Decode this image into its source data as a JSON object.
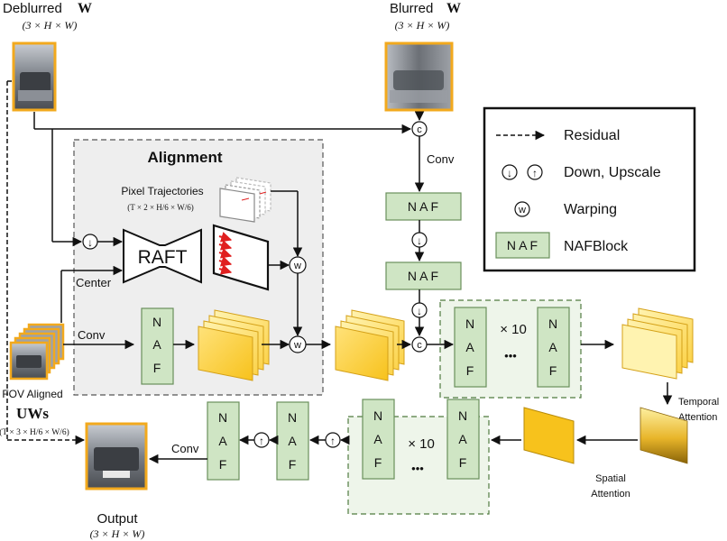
{
  "inputs": {
    "deblurred_title": "Deblurred",
    "deblurred_var": "W",
    "deblurred_dims": "(3 × H × W)",
    "blurred_title": "Blurred",
    "blurred_var": "W",
    "blurred_dims": "(3 × H × W)",
    "fov_title": "FOV Aligned",
    "fov_var": "UWs",
    "fov_dims": "(T × 3 × H/6 × W/6)"
  },
  "alignment": {
    "title": "Alignment",
    "raft_label": "RAFT",
    "traj_title": "Pixel Trajectories",
    "traj_dims": "(T × 2 × H/6 × W/6)",
    "center_label": "Center",
    "conv_label": "Conv"
  },
  "blocks": {
    "naf_letters": [
      "N",
      "A",
      "F"
    ],
    "naf_horizontal": "N A F",
    "times_ten": "× 10",
    "ellipsis": "•••",
    "conv_label": "Conv",
    "concat_symbol": "c",
    "warp_symbol": "w",
    "down_symbol": "↓",
    "up_symbol": "↑"
  },
  "attention": {
    "temporal_line1": "Temporal",
    "temporal_line2": "Attention",
    "spatial_line1": "Spatial",
    "spatial_line2": "Attention"
  },
  "output": {
    "title": "Output",
    "dims": "(3 × H × W)",
    "conv_label": "Conv"
  },
  "legend": {
    "residual": "Residual",
    "down_upscale": "Down, Upscale",
    "warping": "Warping",
    "nafblock_box": "N A F",
    "nafblock": "NAFBlock"
  },
  "colors": {
    "naf_fill": "#cfe5c4",
    "naf_stroke": "#6a8f5c",
    "alignment_bg": "#eeeeee",
    "repeat_bg": "#eef5ea",
    "feature_yellow": "#fcd84a",
    "feature_edge": "#d4a017",
    "frame_orange": "#f2a91d"
  }
}
